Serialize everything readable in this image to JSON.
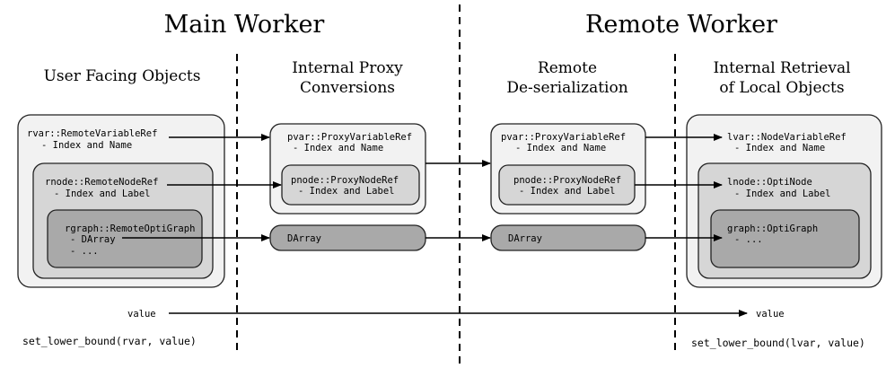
{
  "headers": {
    "main_worker": "Main Worker",
    "remote_worker": "Remote Worker"
  },
  "columns": {
    "user_facing": "User Facing Objects",
    "proxy_line1": "Internal Proxy",
    "proxy_line2": "Conversions",
    "deser_line1": "Remote",
    "deser_line2": "De-serialization",
    "retrieval_line1": "Internal Retrieval",
    "retrieval_line2": "of Local Objects"
  },
  "user_objects": {
    "rvar": "rvar::RemoteVariableRef",
    "rvar_desc": "- Index and Name",
    "rnode": "rnode::RemoteNodeRef",
    "rnode_desc": "- Index and Label",
    "rgraph": "rgraph::RemoteOptiGraph",
    "rgraph_desc1": "- DArray",
    "rgraph_desc2": "- ..."
  },
  "proxy_objects": {
    "pvar": "pvar::ProxyVariableRef",
    "pvar_desc": "- Index and Name",
    "pnode": "pnode::ProxyNodeRef",
    "pnode_desc": "- Index and Label",
    "darray": "DArray"
  },
  "deser_objects": {
    "pvar": "pvar::ProxyVariableRef",
    "pvar_desc": "- Index and Name",
    "pnode": "pnode::ProxyNodeRef",
    "pnode_desc": "- Index and Label",
    "darray": "DArray"
  },
  "local_objects": {
    "lvar": "lvar::NodeVariableRef",
    "lvar_desc": "- Index and Name",
    "lnode": "lnode::OptiNode",
    "lnode_desc": "- Index and Label",
    "graph": "graph::OptiGraph",
    "graph_desc": "- ..."
  },
  "value_flow": {
    "left_value": "value",
    "right_value": "value",
    "left_call": "set_lower_bound(rvar, value)",
    "right_call": "set_lower_bound(lvar, value)"
  },
  "colors": {
    "level1_fill": "#f2f2f2",
    "level2_fill": "#d6d6d6",
    "level3_fill": "#a9a9a9",
    "stroke": "#222222"
  }
}
